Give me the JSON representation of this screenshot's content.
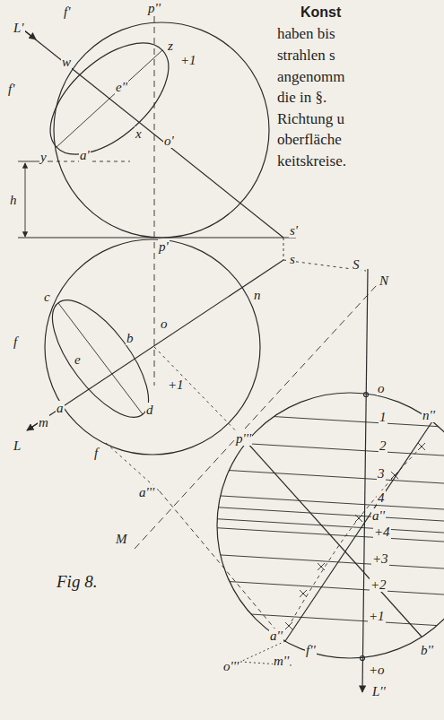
{
  "diagram": {
    "caption": "Fig 8.",
    "labels": [
      "Konst",
      "haben bis",
      "strahlen s",
      "angenomm",
      "die in §.",
      "Richtung u",
      "oberfläche",
      "keitskreise.",
      "L'",
      "f'",
      "p''",
      "z",
      "+1",
      "w",
      "e''",
      "f'",
      "x",
      "o'",
      "y",
      "a'",
      "h",
      "p'",
      "s'",
      "s",
      "n",
      "c",
      "f",
      "b",
      "o",
      "e",
      "d",
      "+1",
      "a",
      "m",
      "f",
      "L",
      "p'''",
      "a'''",
      "M",
      "S",
      "N",
      "o",
      "1",
      "2",
      "3",
      "4",
      "a''",
      "+4",
      "+3",
      "+2",
      "+1",
      "+o",
      "L''",
      "n''",
      "b''",
      "a''",
      "f''",
      "m''",
      "o'''"
    ]
  }
}
